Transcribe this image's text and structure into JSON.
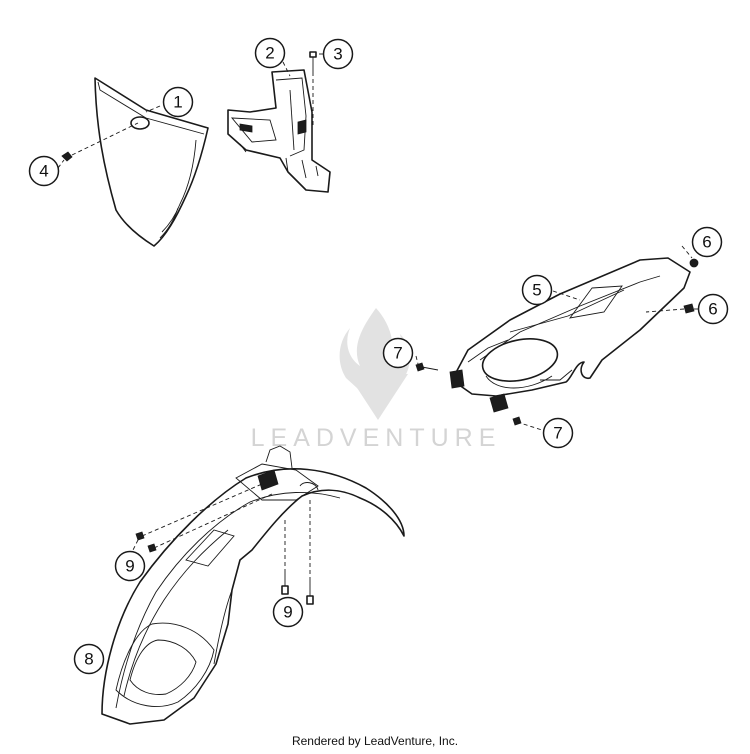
{
  "watermark": {
    "text": "LEADVENTURE"
  },
  "footer": {
    "text": "Rendered by LeadVenture, Inc."
  },
  "callouts": [
    {
      "id": "c1",
      "label": "1"
    },
    {
      "id": "c2",
      "label": "2"
    },
    {
      "id": "c3",
      "label": "3"
    },
    {
      "id": "c4",
      "label": "4"
    },
    {
      "id": "c5",
      "label": "5"
    },
    {
      "id": "c6a",
      "label": "6"
    },
    {
      "id": "c6b",
      "label": "6"
    },
    {
      "id": "c7a",
      "label": "7"
    },
    {
      "id": "c7b",
      "label": "7"
    },
    {
      "id": "c8",
      "label": "8"
    },
    {
      "id": "c9a",
      "label": "9"
    },
    {
      "id": "c9b",
      "label": "9"
    }
  ]
}
